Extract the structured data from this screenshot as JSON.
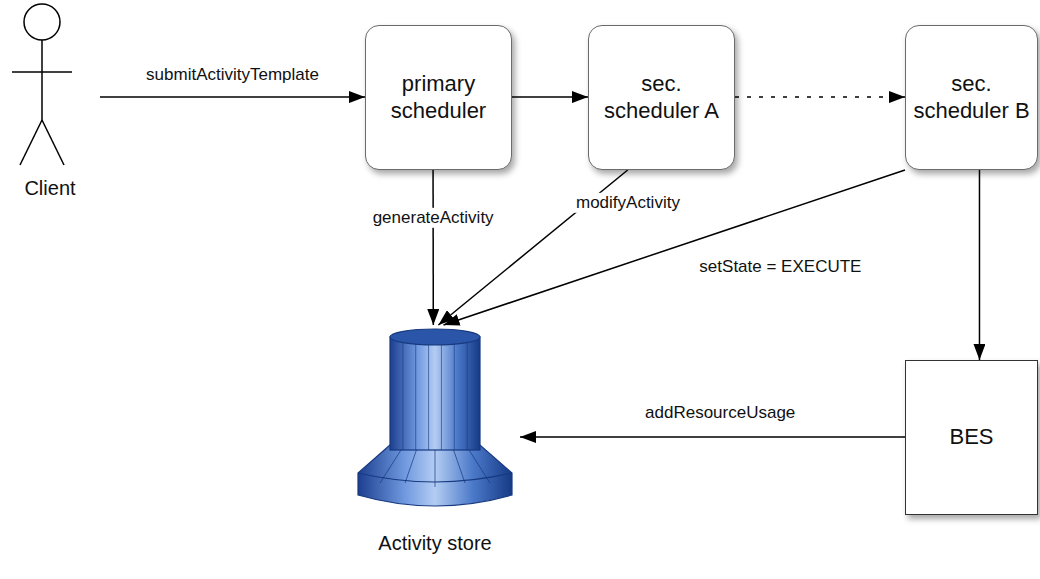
{
  "diagram": {
    "nodes": [
      {
        "text": [
          "Client"
        ]
      },
      {
        "text": [
          "primary scheduler"
        ]
      },
      {
        "text": [
          "sec. scheduler A"
        ]
      },
      {
        "text": [
          "sec. scheduler B"
        ]
      },
      {
        "text": [
          "Activity store"
        ]
      },
      {
        "text": [
          "BES"
        ]
      }
    ],
    "edges": [
      {
        "from": 0,
        "to": 1,
        "label": "submitActivityTemplate",
        "arrow": "to"
      },
      {
        "from": 1,
        "to": 2,
        "arrow": "to"
      },
      {
        "from": 2,
        "to": 3,
        "arrow": "to"
      },
      {
        "from": 1,
        "to": 4,
        "label": "generateActivity",
        "arrow": "to"
      },
      {
        "from": 2,
        "to": 4,
        "label": "modifyActivity",
        "arrow": "to"
      },
      {
        "from": 3,
        "to": 4,
        "label": "setState = EXECUTE",
        "arrow": "to"
      },
      {
        "from": 3,
        "to": 5,
        "arrow": "to"
      },
      {
        "from": 5,
        "to": 4,
        "label": "addResourceUsage",
        "arrow": "to"
      }
    ]
  }
}
